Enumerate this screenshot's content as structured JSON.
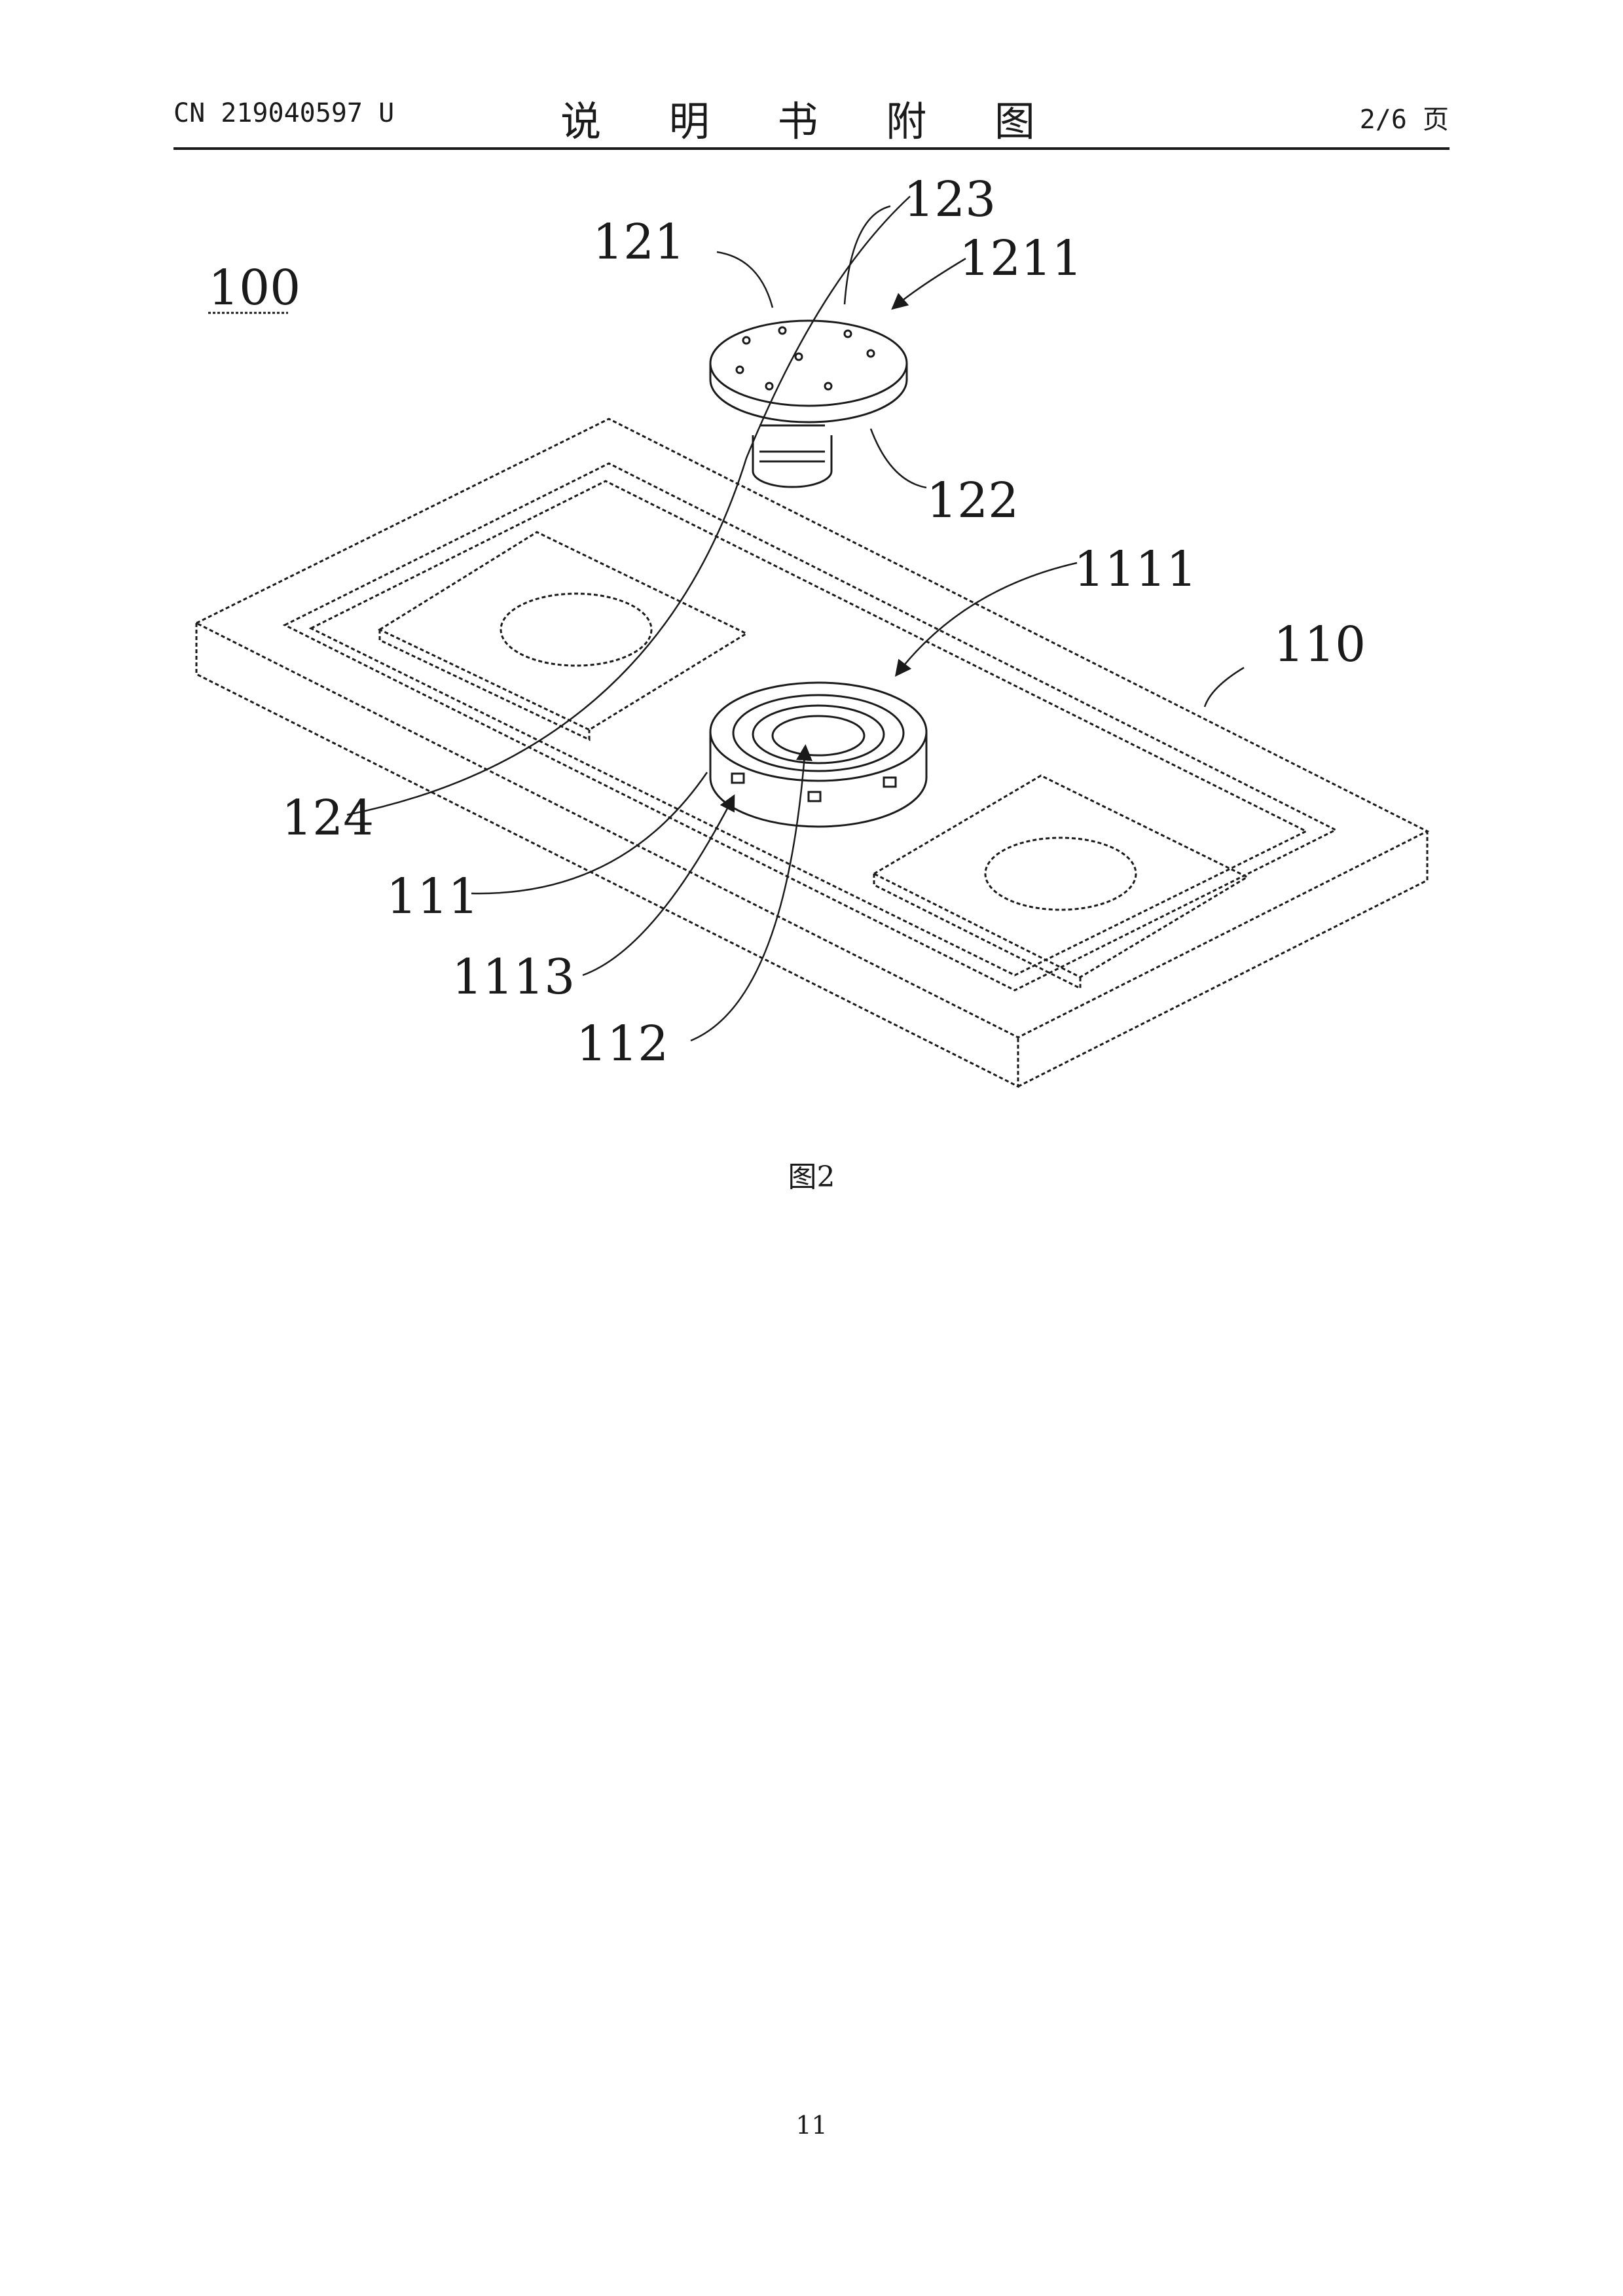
{
  "header": {
    "publication_number": "CN 219040597 U",
    "title": "说 明 书 附 图",
    "page_count": "2/6 页"
  },
  "figure": {
    "assembly_label": "100",
    "labels": {
      "l123": "123",
      "l121": "121",
      "l1211": "1211",
      "l122": "122",
      "l1111": "1111",
      "l110": "110",
      "l124": "124",
      "l111": "111",
      "l1113": "1113",
      "l112": "112"
    },
    "caption": "图2"
  },
  "footer": {
    "page_number": "11"
  }
}
